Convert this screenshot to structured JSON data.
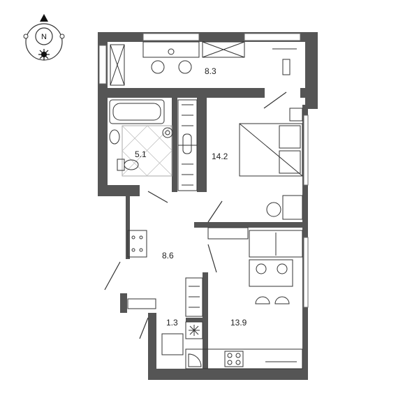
{
  "compass": {
    "letter": "N",
    "icon": "compass-icon"
  },
  "rooms": [
    {
      "id": "balcony",
      "area": "8.3"
    },
    {
      "id": "bedroom",
      "area": "14.2"
    },
    {
      "id": "bathroom",
      "area": "5.1"
    },
    {
      "id": "hallway",
      "area": "8.6"
    },
    {
      "id": "living-kitchen",
      "area": "13.9"
    },
    {
      "id": "closet",
      "area": "1.3"
    }
  ],
  "colors": {
    "wall": "#555555",
    "line": "#333333",
    "window": "#888888"
  },
  "furniture_icons": [
    "bathtub-icon",
    "sink-icon",
    "toilet-icon",
    "washing-machine-icon",
    "double-bed-icon",
    "wardrobe-icon",
    "desk-icon",
    "sofa-icon",
    "dining-table-icon",
    "chair-icon",
    "stove-icon",
    "kitchen-sink-icon",
    "shoe-cabinet-icon",
    "boiler-icon",
    "lounge-chair-icon",
    "coffee-table-icon"
  ]
}
